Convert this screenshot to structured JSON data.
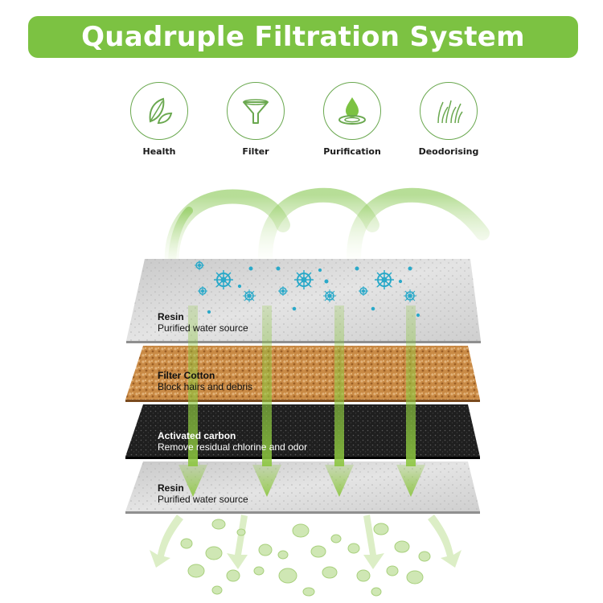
{
  "title": "Quadruple Filtration System",
  "features": [
    {
      "label": "Health",
      "icon": "leaf-icon"
    },
    {
      "label": "Filter",
      "icon": "funnel-icon"
    },
    {
      "label": "Purification",
      "icon": "water-drop-icon"
    },
    {
      "label": "Deodorising",
      "icon": "grass-icon"
    }
  ],
  "layers": [
    {
      "name": "Resin",
      "description": "Purified water source"
    },
    {
      "name": "Filter Cotton",
      "description": "Block hairs and debris"
    },
    {
      "name": "Activated carbon",
      "description": "Remove residual chlorine and odor"
    },
    {
      "name": "Resin",
      "description": "Purified water source"
    }
  ],
  "colors": {
    "brand_green": "#7cc242",
    "arrow_green": "#8cc63f",
    "bacteria_blue": "#2aa9c9",
    "resin_gray": "#d6d6d6",
    "cotton_orange": "#c8873e",
    "carbon_black": "#1e1e1e"
  }
}
